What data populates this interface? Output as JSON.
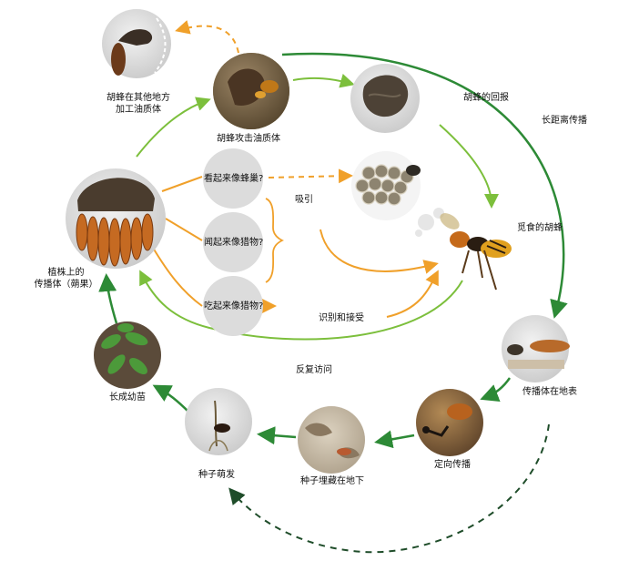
{
  "nodes": {
    "process_elsewhere": "胡蜂在其他地方\n加工油质体",
    "attack": "胡蜂攻击油质体",
    "reward": "胡蜂的回报",
    "long_dispersal": "长距离传播",
    "foraging": "觅食的胡蜂",
    "on_ground": "传播体在地表",
    "directed": "定向传播",
    "buried": "种子埋藏在地下",
    "germinate": "种子萌发",
    "seedling": "长成幼苗",
    "diaspore": "植株上的\n传播体（蒴果）",
    "looks_nest": "看起来像蜂巢?",
    "smells_prey": "闻起来像猎物?",
    "tastes_prey": "吃起来像猎物?",
    "attract": "吸引",
    "recognize": "识别和接受",
    "revisit": "反复访问"
  },
  "colors": {
    "green_arrow": "#7cbf3c",
    "dark_green_arrow": "#2d8a36",
    "orange_arrow": "#f0a02a",
    "question_circle": "#dcdcdc"
  }
}
